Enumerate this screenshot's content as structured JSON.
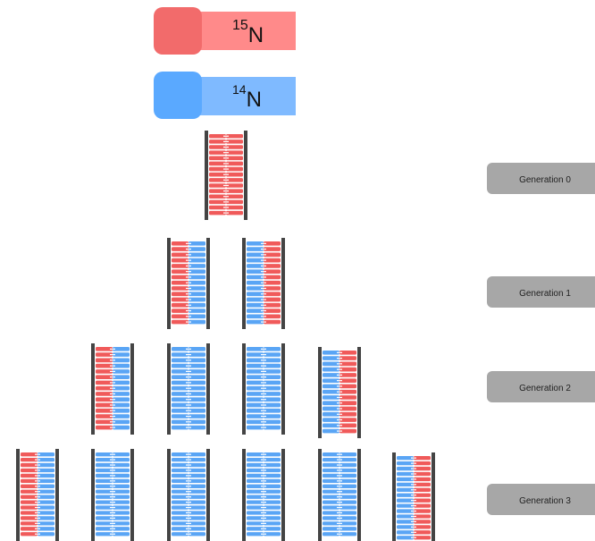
{
  "legend": [
    {
      "label_sup": "15",
      "label_main": "N",
      "color": "#f26b6b",
      "light": "#ff8a8a"
    },
    {
      "label_sup": "14",
      "label_main": "N",
      "color": "#5aa9ff",
      "light": "#7fbaff"
    }
  ],
  "colors": {
    "heavy": "#f05a5a",
    "light": "#5aa5f5",
    "rail": "#444444",
    "gen_box": "#a7a7a7"
  },
  "generations": [
    {
      "label": "Generation 0",
      "molecules": [
        [
          "heavy",
          "heavy"
        ]
      ]
    },
    {
      "label": "Generation 1",
      "molecules": [
        [
          "heavy",
          "light"
        ],
        [
          "light",
          "heavy"
        ]
      ]
    },
    {
      "label": "Generation 2",
      "molecules": [
        [
          "heavy",
          "light"
        ],
        [
          "light",
          "light"
        ],
        [
          "light",
          "light"
        ],
        [
          "light",
          "heavy"
        ]
      ]
    },
    {
      "label": "Generation 3",
      "molecules": [
        [
          "heavy",
          "light"
        ],
        [
          "light",
          "light"
        ],
        [
          "light",
          "light"
        ],
        [
          "light",
          "light"
        ],
        [
          "light",
          "light"
        ],
        [
          "light",
          "heavy"
        ]
      ]
    }
  ]
}
